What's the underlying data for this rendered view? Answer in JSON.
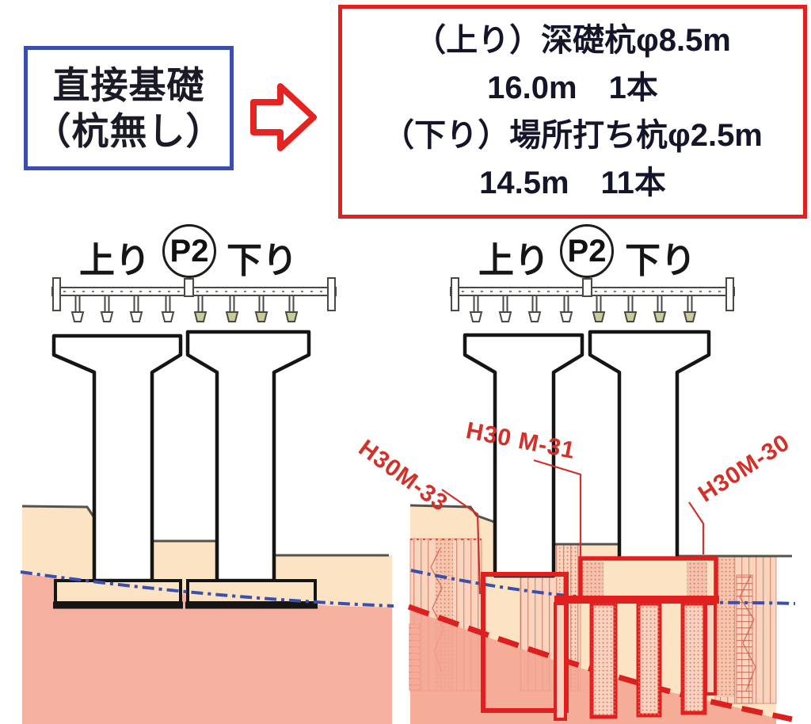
{
  "comparison": {
    "before_box": {
      "line1": "直接基礎",
      "line2": "（杭無し）"
    },
    "after_box": {
      "line1": "（上り）深礎杭φ8.5m",
      "line2": "16.0m　1本",
      "line3": "（下り）場所打ち杭φ2.5m",
      "line4": "14.5m　11本"
    }
  },
  "diagram_left": {
    "label_up": "上り",
    "label_pier": "P2",
    "label_down": "下り"
  },
  "diagram_right": {
    "label_up": "上り",
    "label_pier": "P2",
    "label_down": "下り",
    "annotations": {
      "a1": "H30M-33",
      "a2": "H30 M-31",
      "a3": "H30M-30"
    }
  },
  "colors": {
    "before_border": "#3e4ea8",
    "after_border": "#e32020",
    "arrow_red": "#e42421",
    "annotation_red": "#d3302a",
    "foundation_red": "#e11f1f",
    "soil_upper": "#fbe3c4",
    "soil_lower": "#f5b0a0",
    "water_line_blue": "#3a50ac",
    "bedrock_dash_red": "#dc1f1f",
    "ground_line_gray": "#55534d",
    "pier_outline": "#151515",
    "girder_foot_olive": "#cbcb9a"
  }
}
